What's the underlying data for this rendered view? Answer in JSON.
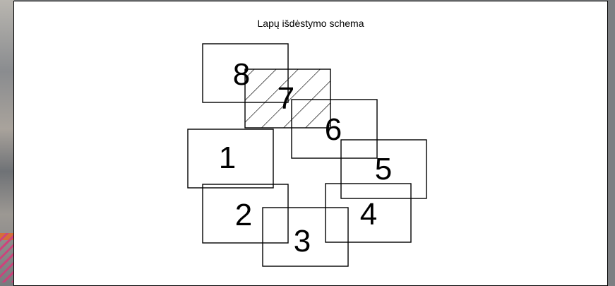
{
  "title": "Lapų išdėstymo schema",
  "sheets": [
    {
      "label": "8",
      "hatched": false
    },
    {
      "label": "7",
      "hatched": true
    },
    {
      "label": "6",
      "hatched": false
    },
    {
      "label": "1",
      "hatched": false
    },
    {
      "label": "5",
      "hatched": false
    },
    {
      "label": "2",
      "hatched": false
    },
    {
      "label": "4",
      "hatched": false
    },
    {
      "label": "3",
      "hatched": false
    }
  ],
  "colors": {
    "stroke": "#000000",
    "background": "#ffffff"
  }
}
